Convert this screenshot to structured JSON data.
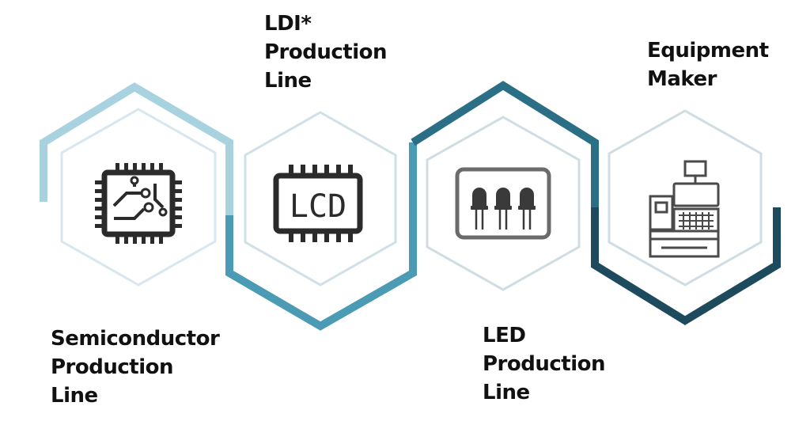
{
  "labels": {
    "ldi": [
      "LDI*",
      "Production",
      "Line"
    ],
    "equipment": [
      "Equipment",
      "Maker"
    ],
    "semiconductor": [
      "Semiconductor",
      "Production",
      "Line"
    ],
    "led": [
      "LED",
      "Production",
      "Line"
    ]
  },
  "icons": {
    "semiconductor": "microchip-icon",
    "ldi": "lcd-chip-icon",
    "led": "led-diodes-icon",
    "equipment": "cash-register-icon"
  },
  "icon_text": {
    "lcd": "LCD"
  },
  "colors": {
    "frame_light": "#a9d2e0",
    "frame_mid": "#4b9bb5",
    "frame_dark_teal": "#2b6f86",
    "frame_darkest": "#1d4a5c",
    "inner_hex": "#d7e7ee",
    "icon_gray": "#2b2b2b",
    "text": "#111111"
  }
}
